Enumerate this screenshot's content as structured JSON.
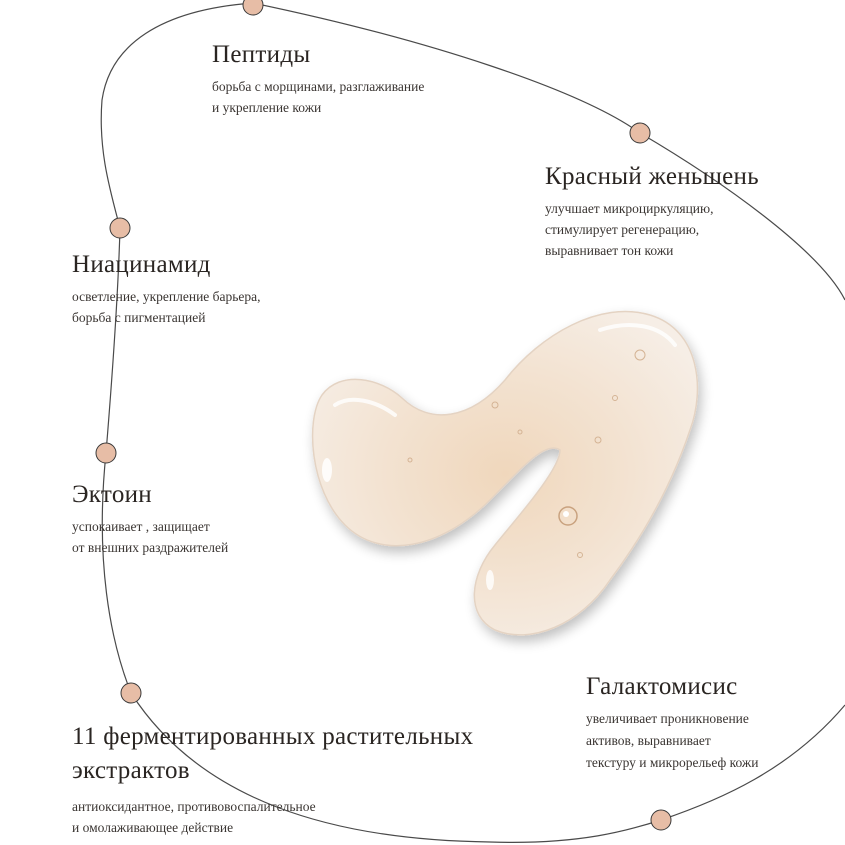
{
  "colors": {
    "background": "#ffffff",
    "line": "#4a4a4a",
    "dot_fill": "#e7bda6",
    "dot_stroke": "#3a3a3a",
    "gel_highlight": "#fbf3ea",
    "gel_core": "#e9c8a6"
  },
  "ingredients": [
    {
      "title": "Пептиды",
      "lines": [
        "борьба с морщинами, разглаживание",
        "и укрепление кожи"
      ]
    },
    {
      "title": "Красный женьшень",
      "lines": [
        "улучшает микроциркуляцию,",
        "стимулирует регенерацию,",
        "выравнивает тон кожи"
      ]
    },
    {
      "title": "Ниацинамид",
      "lines": [
        "осветление, укрепление барьера,",
        "борьба с пигментацией"
      ]
    },
    {
      "title": "Эктоин",
      "lines": [
        "успокаивает , защищает",
        "от внешних раздражителей"
      ]
    },
    {
      "title": "Галактомисис",
      "lines": [
        "увеличивает проникновение",
        "активов, выравнивает",
        "текстуру и микрорельеф кожи"
      ]
    },
    {
      "title_line1": "11 ферментированных растительных",
      "title_line2": "экстрактов",
      "lines": [
        "антиоксидантное, противовоспалительное",
        "и омолаживающее действие"
      ]
    }
  ]
}
